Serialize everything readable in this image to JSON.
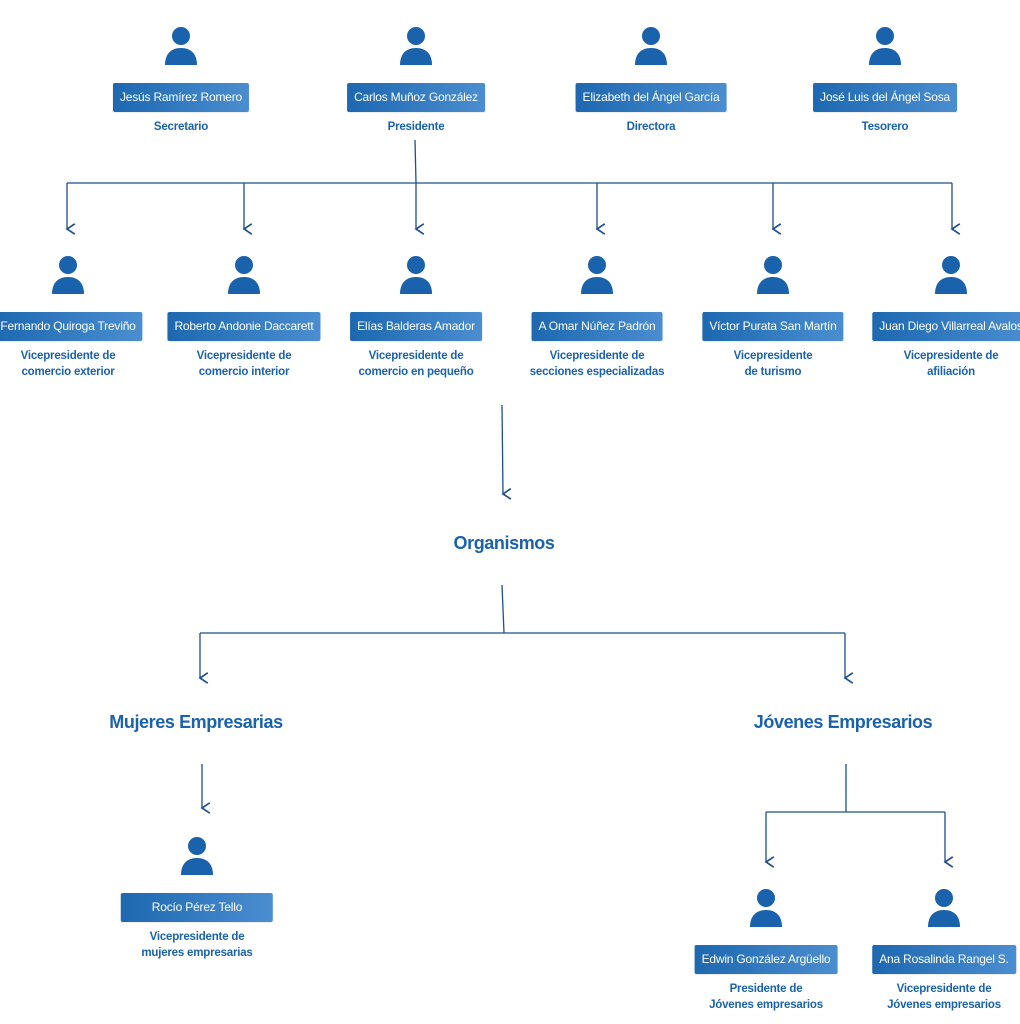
{
  "colors": {
    "accent": "#1a62ab",
    "box_start": "#1d68b0",
    "box_end": "#4b8ed0",
    "line": "#1d4f8a"
  },
  "top_row": [
    {
      "name": "Jesús Ramírez Romero",
      "role": [
        "Secretario"
      ]
    },
    {
      "name": "Carlos Muñoz González",
      "role": [
        "Presidente"
      ]
    },
    {
      "name": "Elizabeth del Ángel García",
      "role": [
        "Directora"
      ]
    },
    {
      "name": "José Luis del Ángel Sosa",
      "role": [
        "Tesorero"
      ]
    }
  ],
  "vice_row": [
    {
      "name": "Fernando Quiroga Treviño",
      "role": [
        "Vicepresidente de",
        "comercio exterior"
      ]
    },
    {
      "name": "Roberto Andonie Daccarett",
      "role": [
        "Vicepresidente de",
        "comercio interior"
      ]
    },
    {
      "name": "Elías Balderas Amador",
      "role": [
        "Vicepresidente de",
        "comercio en pequeño"
      ]
    },
    {
      "name": "A Omar Núñez Padrón",
      "role": [
        "Vicepresidente de",
        "secciones especializadas"
      ]
    },
    {
      "name": "Víctor Purata San Martín",
      "role": [
        "Vicepresidente",
        "de turismo"
      ]
    },
    {
      "name": "Juan Diego Villarreal Avalos",
      "role": [
        "Vicepresidente de",
        "afiliación"
      ]
    }
  ],
  "organismos": {
    "title": "Organismos"
  },
  "mujeres": {
    "title": "Mujeres Empresarias",
    "members": [
      {
        "name": "Rocío Pérez Tello",
        "role": [
          "Vicepresidente de",
          "mujeres empresarias"
        ]
      }
    ]
  },
  "jovenes": {
    "title": "Jóvenes Empresarios",
    "members": [
      {
        "name": "Edwin González Argüello",
        "role": [
          "Presidente de",
          "Jóvenes empresarios"
        ]
      },
      {
        "name": "Ana Rosalinda Rangel S.",
        "role": [
          "Vicepresidente de",
          "Jóvenes empresarios"
        ]
      }
    ]
  }
}
